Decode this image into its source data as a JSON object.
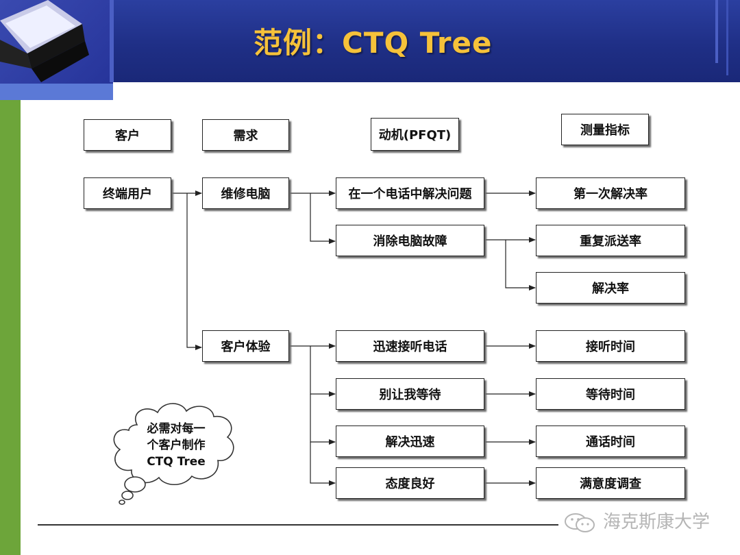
{
  "title": "范例：CTQ Tree",
  "headers": {
    "customer": "客户",
    "need": "需求",
    "driver": "动机(PFQT)",
    "metric": "测量指标"
  },
  "tree": {
    "customer": "终端用户",
    "needs": [
      "维修电脑",
      "客户体验"
    ],
    "drivers": [
      "在一个电话中解决问题",
      "消除电脑故障",
      "迅速接听电话",
      "别让我等待",
      "解决迅速",
      "态度良好"
    ],
    "metrics": [
      "第一次解决率",
      "重复派送率",
      "解决率",
      "接听时间",
      "等待时间",
      "通话时间",
      "满意度调查"
    ]
  },
  "cloud_note": [
    "必需对每一",
    "个客户制作",
    "CTQ Tree"
  ],
  "watermark": "海克斯康大学",
  "colors": {
    "header_blue": "#1f2f86",
    "title_gold": "#f6c23a",
    "side_green": "#6da53a"
  }
}
